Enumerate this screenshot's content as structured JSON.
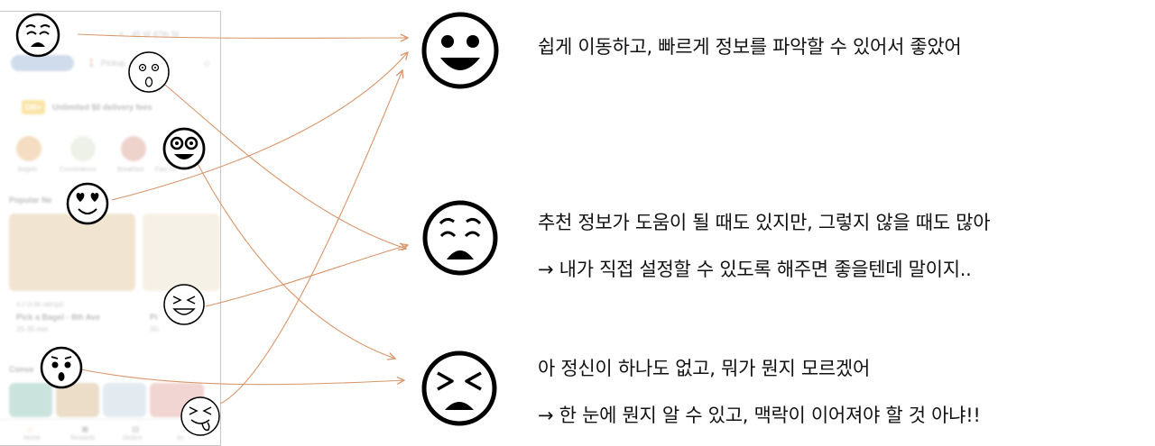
{
  "app_mockup": {
    "address": "45 W 47th St",
    "pickup_label": "Pickup",
    "promo_badge": "DB+",
    "promo_text": "Unlimited $0 delivery fees",
    "categories": [
      "Bagels",
      "Convenience",
      "Breakfast",
      "Fast Fo"
    ],
    "section_popular": "Popular Ne",
    "store_rating": "4.2 (3.6k ratings)",
    "store_name": "Pick a Bagel - 8th Ave",
    "store_eta": "25-35 min",
    "store2_prefix": "Pi",
    "store2_eta": "30-",
    "section_convenience": "Conve",
    "nav": [
      "Home",
      "Rewards",
      "Orders",
      "Ac"
    ]
  },
  "feedback": {
    "positive": {
      "line1": "쉽게 이동하고, 빠르게 정보를 파악할 수 있어서 좋았어"
    },
    "mixed": {
      "line1": "추천 정보가 도움이 될 때도 있지만, 그렇지 않을 때도 많아",
      "line2": "→ 내가 직접 설정할 수 있도록 해주면 좋을텐데 말이지.."
    },
    "confused": {
      "line1": "아 정신이 하나도 없고, 뭐가 뭔지 모르겠어",
      "line2": "→  한 눈에 뭔지 알 수 있고, 맥락이 이어져야 할 것 아냐!!"
    }
  },
  "colors": {
    "arrow": "#d9956a",
    "ink": "#111111",
    "frame": "#c8c8c8"
  },
  "icons": {
    "small_faces": [
      "weary-face-icon",
      "astonished-face-icon",
      "grinning-googly-eyes-icon",
      "heart-eyes-face-icon",
      "squinting-laugh-face-icon",
      "surprised-face-icon",
      "tongue-out-squint-face-icon"
    ],
    "large_faces": [
      "happy-face-icon",
      "tired-face-icon",
      "confounded-face-icon"
    ]
  }
}
